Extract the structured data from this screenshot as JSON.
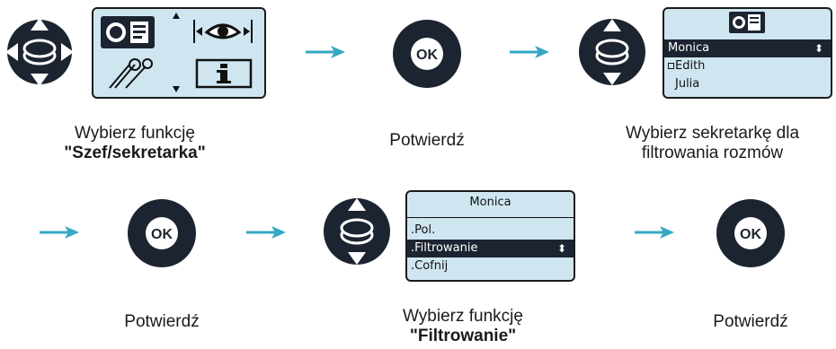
{
  "step1": {
    "caption_line1": "Wybierz funkcję",
    "caption_line2": "\"Szef/sekretarka\"",
    "icons": [
      "boss-secretary-icon",
      "eye-icon",
      "tools-icon",
      "info-icon"
    ]
  },
  "step2": {
    "caption": "Potwierdź",
    "button_label": "OK"
  },
  "step3": {
    "caption_line1": "Wybierz sekretarkę dla",
    "caption_line2": "filtrowania rozmów",
    "list": [
      "Monica",
      "Edith",
      "Julia"
    ],
    "selected": "Monica"
  },
  "step4": {
    "caption": "Potwierdź",
    "button_label": "OK"
  },
  "step5": {
    "caption_line1": "Wybierz funkcję",
    "caption_line2": "\"Filtrowanie\"",
    "header": "Monica",
    "menu": [
      ".Pol.",
      ".Filtrowanie",
      ".Cofnij"
    ],
    "selected": ".Filtrowanie"
  },
  "step6": {
    "caption": "Potwierdź",
    "button_label": "OK"
  },
  "colors": {
    "arrow": "#35a8c4",
    "key": "#1d2431",
    "lcd_bg": "#cfe6f1"
  }
}
